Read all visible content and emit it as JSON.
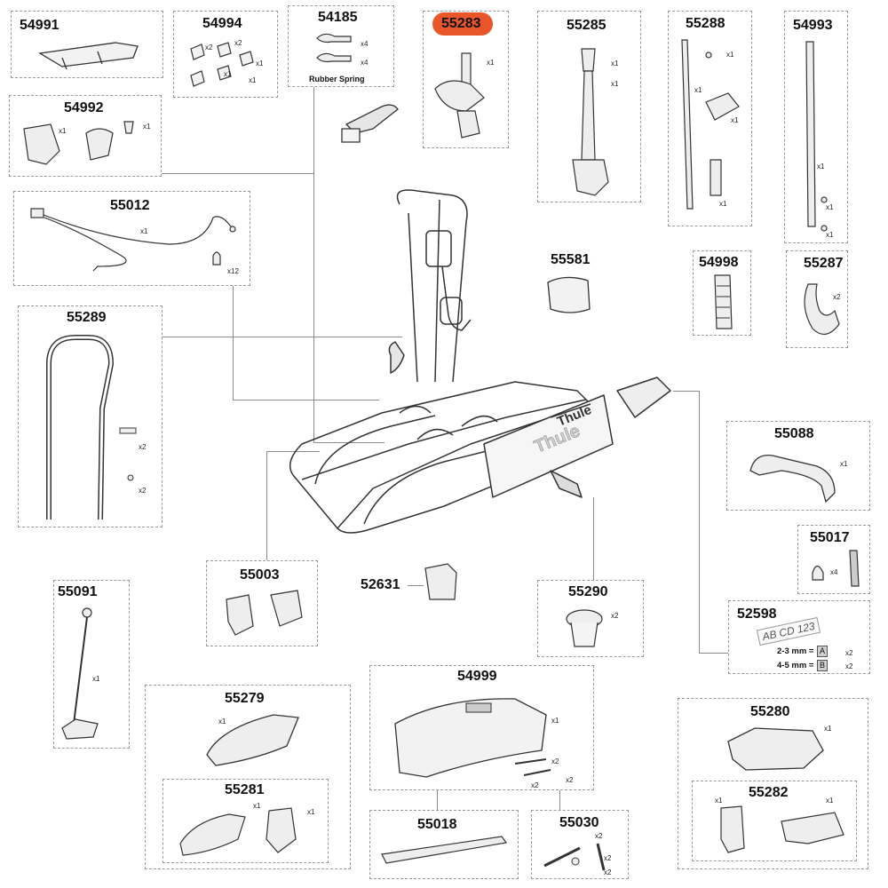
{
  "highlight_color": "#e8562a",
  "highlighted_part": "55283",
  "parts": {
    "p54991": {
      "number": "54991"
    },
    "p54994": {
      "number": "54994",
      "qty": [
        "x2",
        "x2",
        "x1",
        "x1",
        "x1"
      ]
    },
    "p54185": {
      "number": "54185",
      "qty": [
        "x4",
        "x4"
      ],
      "label": "Rubber Spring"
    },
    "p55283": {
      "number": "55283",
      "qty": [
        "x1"
      ]
    },
    "p55285": {
      "number": "55285",
      "qty": [
        "x1",
        "x1"
      ]
    },
    "p55288": {
      "number": "55288",
      "qty": [
        "x1",
        "x1",
        "x1",
        "x1"
      ]
    },
    "p54993": {
      "number": "54993",
      "qty": [
        "x1",
        "x1",
        "x1"
      ]
    },
    "p54992": {
      "number": "54992",
      "qty": [
        "x1",
        "x1"
      ]
    },
    "p55012": {
      "number": "55012",
      "qty": [
        "x1",
        "x12"
      ]
    },
    "p55581": {
      "number": "55581"
    },
    "p54998": {
      "number": "54998"
    },
    "p55287": {
      "number": "55287",
      "qty": [
        "x2"
      ]
    },
    "p55289": {
      "number": "55289",
      "qty": [
        "x2",
        "x2"
      ]
    },
    "p55088": {
      "number": "55088",
      "qty": [
        "x1"
      ]
    },
    "p55017": {
      "number": "55017",
      "qty": [
        "x4"
      ]
    },
    "p55003": {
      "number": "55003"
    },
    "p52631": {
      "number": "52631"
    },
    "p55290": {
      "number": "55290",
      "qty": [
        "x2"
      ]
    },
    "p52598": {
      "number": "52598",
      "plate": "AB CD 123",
      "note1": "2-3 mm =",
      "badge1": "A",
      "note2": "4-5 mm =",
      "badge2": "B",
      "qty": [
        "x2",
        "x2"
      ]
    },
    "p55091": {
      "number": "55091",
      "qty": [
        "x1"
      ]
    },
    "p55279": {
      "number": "55279",
      "qty": [
        "x1"
      ]
    },
    "p55281": {
      "number": "55281",
      "qty": [
        "x1",
        "x1"
      ]
    },
    "p54999": {
      "number": "54999",
      "qty": [
        "x1",
        "x2",
        "x2",
        "x2"
      ]
    },
    "p55280": {
      "number": "55280",
      "qty": [
        "x1"
      ]
    },
    "p55282": {
      "number": "55282",
      "qty": [
        "x1",
        "x1"
      ]
    },
    "p55018": {
      "number": "55018"
    },
    "p55030": {
      "number": "55030",
      "qty": [
        "x2",
        "x2",
        "x2"
      ]
    }
  },
  "main_logo": "Thule"
}
